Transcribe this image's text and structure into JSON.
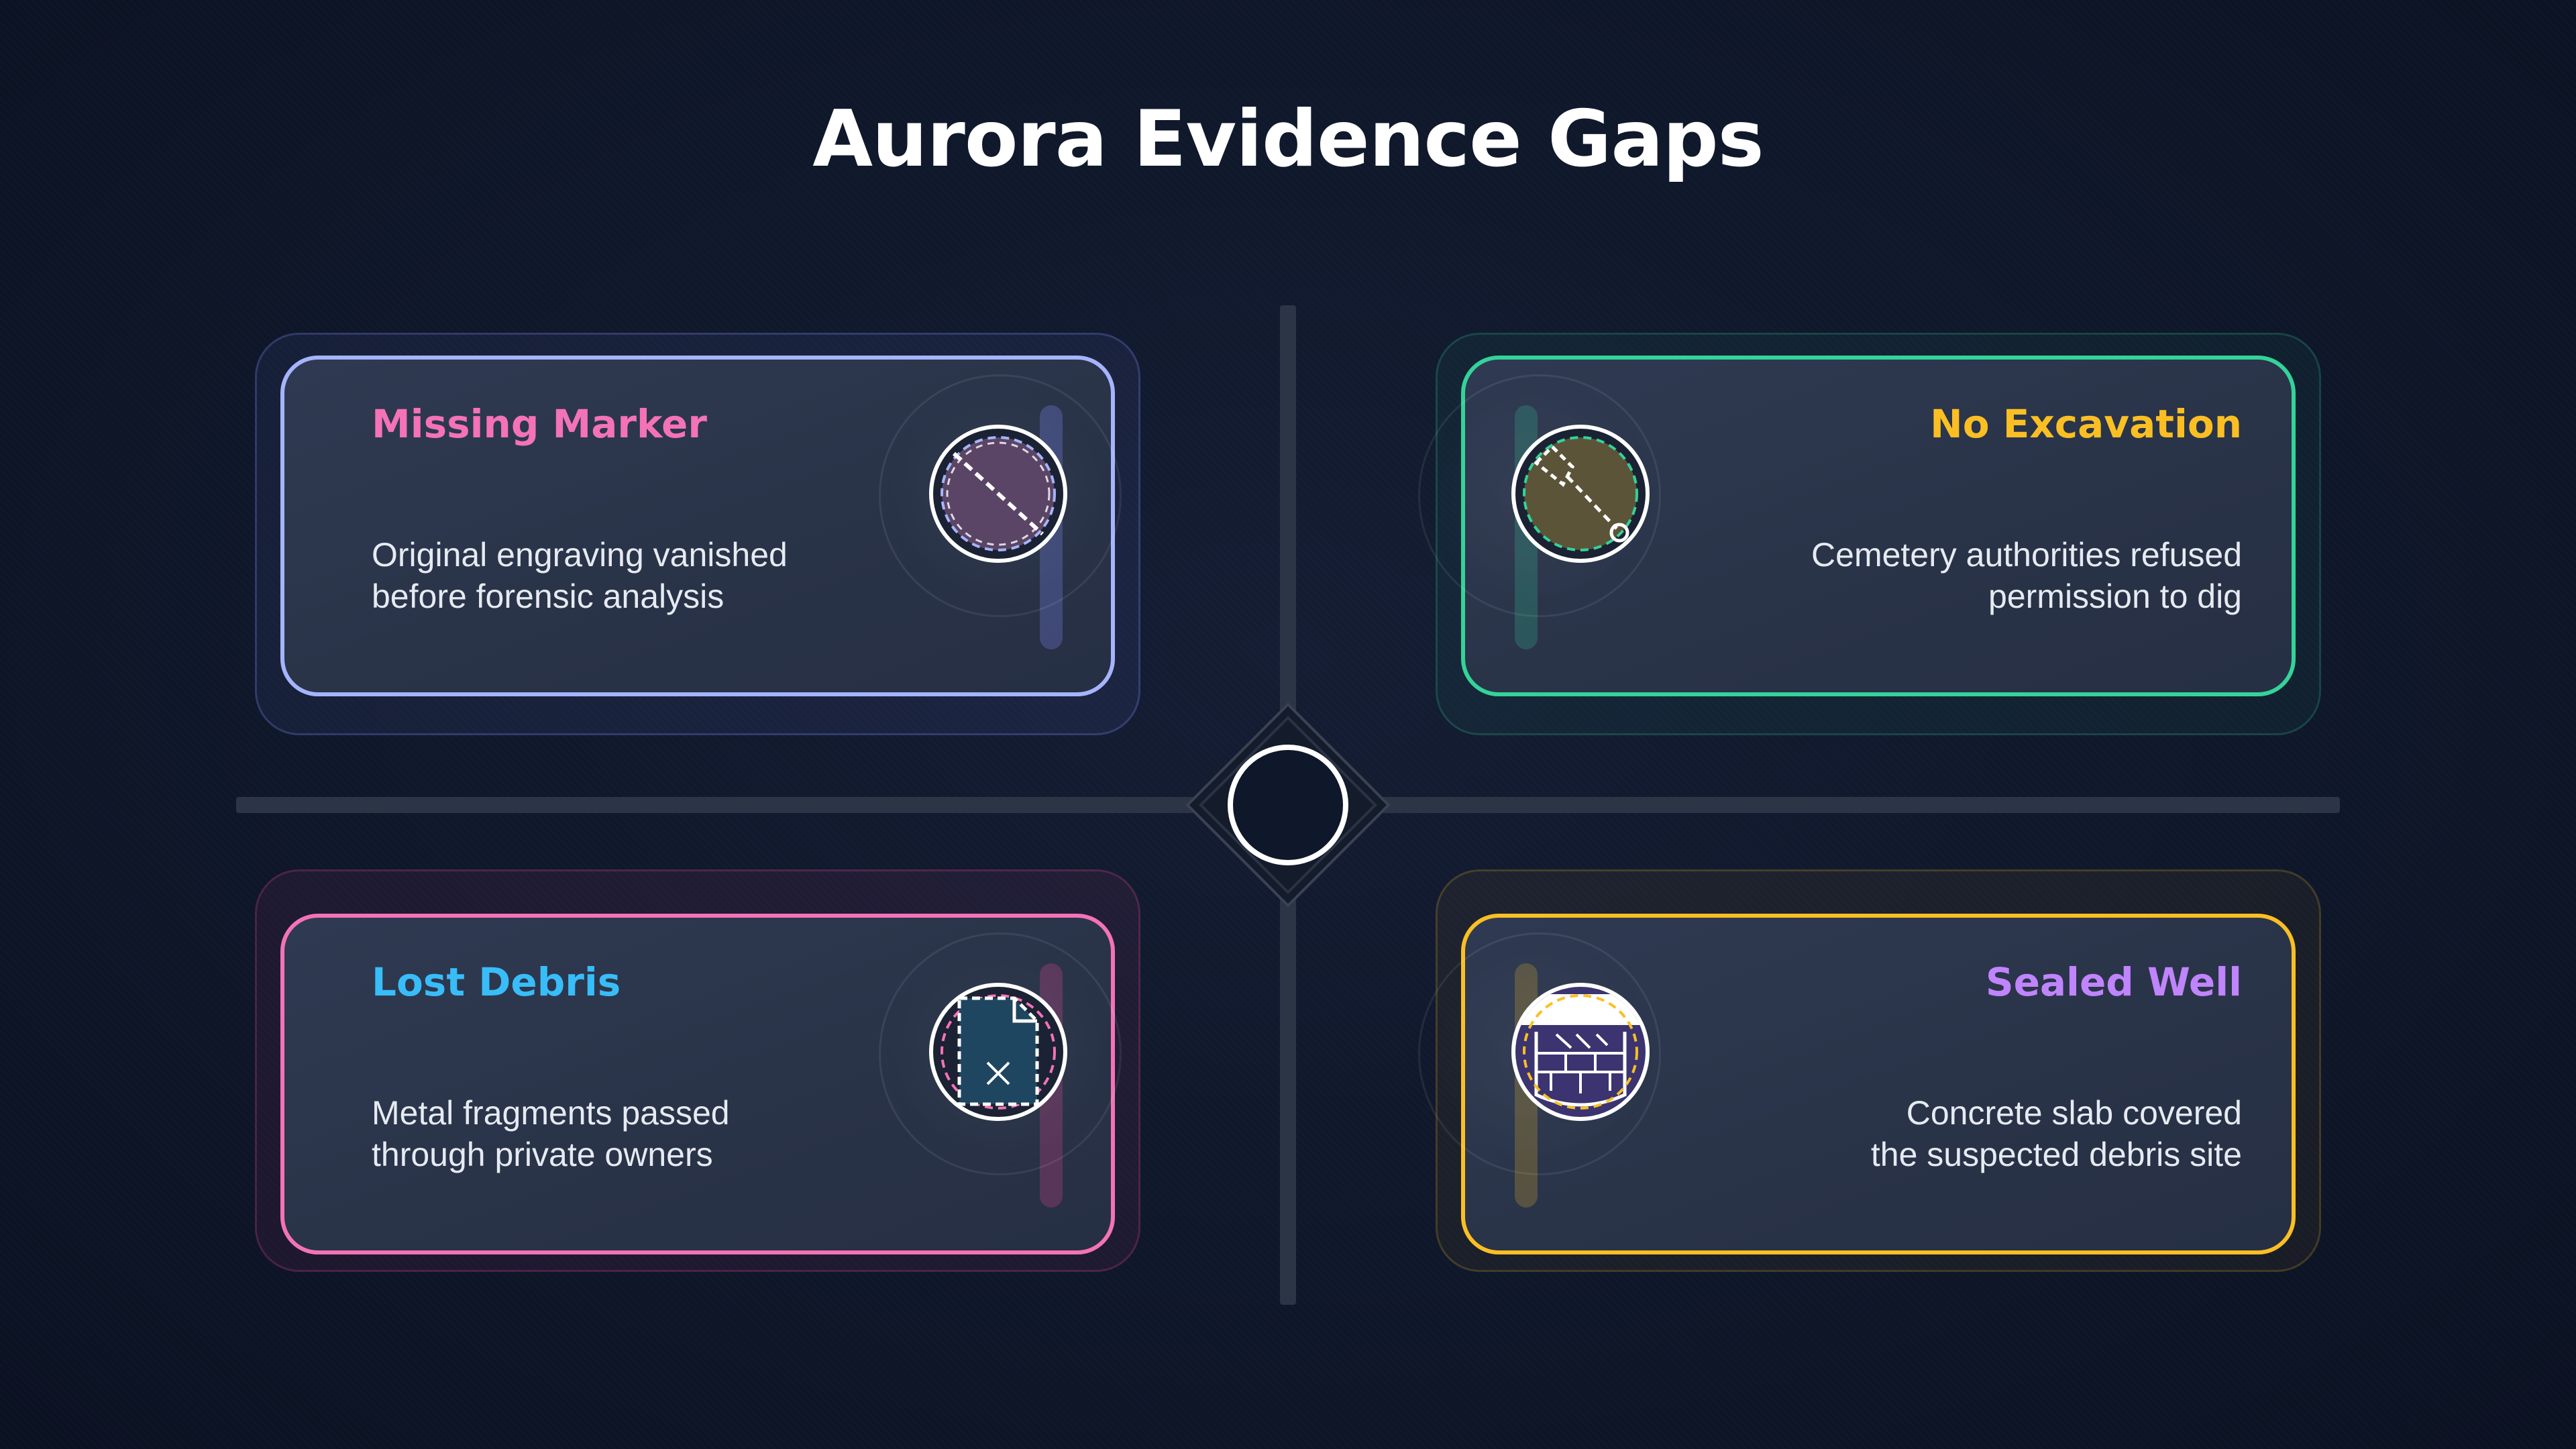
{
  "title": "Aurora Evidence Gaps",
  "quadrants": [
    {
      "title": "Missing Marker",
      "description": "Original engraving vanished\nbefore forensic analysis",
      "title_color": "#f472b6",
      "border_color": "#a5b4fc",
      "icon": "crossed-out-circle-icon"
    },
    {
      "title": "No Excavation",
      "description": "Cemetery authorities refused\npermission to dig",
      "title_color": "#fbbf24",
      "border_color": "#34d399",
      "icon": "shovel-icon"
    },
    {
      "title": "Lost Debris",
      "description": "Metal fragments passed\nthrough private owners",
      "title_color": "#38bdf8",
      "border_color": "#f472b6",
      "icon": "missing-document-icon"
    },
    {
      "title": "Sealed Well",
      "description": "Concrete slab covered\nthe suspected debris site",
      "title_color": "#c084fc",
      "border_color": "#fbbf24",
      "icon": "sealed-well-icon"
    }
  ]
}
